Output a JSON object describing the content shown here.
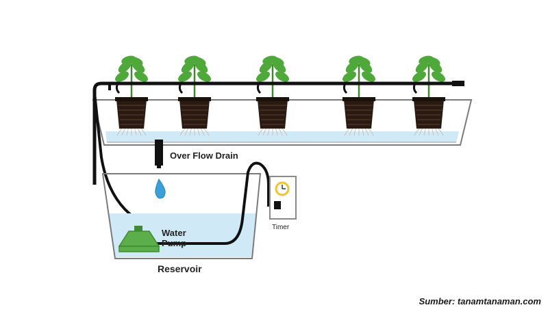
{
  "labels": {
    "overflow_drain": "Over Flow Drain",
    "timer": "Timer",
    "water_pump_line1": "Water",
    "water_pump_line2": "Pump",
    "reservoir": "Reservoir"
  },
  "caption": "Sumber: tanamtanaman.com",
  "plants": [
    {
      "id": "plant-1"
    },
    {
      "id": "plant-2"
    },
    {
      "id": "plant-3"
    },
    {
      "id": "plant-4"
    },
    {
      "id": "plant-5"
    }
  ],
  "colors": {
    "water": "#cfeaf6",
    "pump": "#5cae4a",
    "leaf": "#4fa83a",
    "pipe": "#111111",
    "pot": "#2a1a12",
    "timer_dial": "#f2c230"
  }
}
